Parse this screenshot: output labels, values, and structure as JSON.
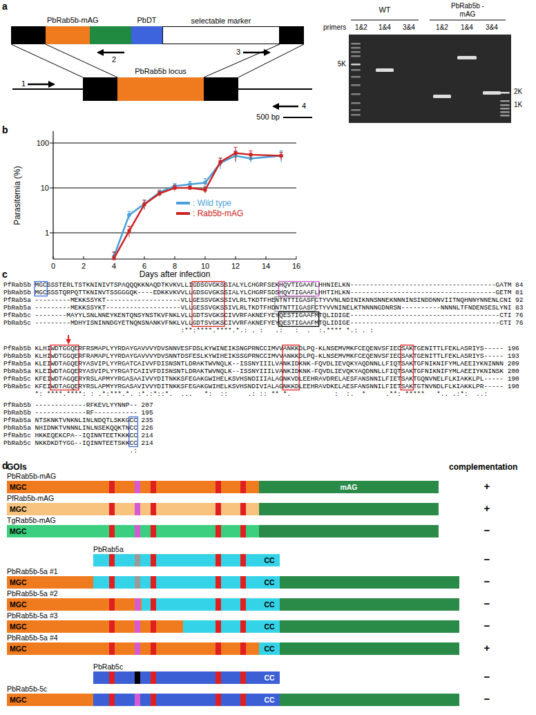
{
  "diagram": {
    "nodes": [
      {
        "text": [
          "PbRab5b-mAG"
        ]
      },
      {
        "text": [
          "PbDT"
        ]
      },
      {
        "text": [
          "selectable marker"
        ]
      },
      {
        "text": [
          "PbRab5b locus"
        ]
      },
      {
        "text": [
          "PbRab5b-mAG",
          "MGC",
          "mAG"
        ]
      },
      {
        "text": [
          "PfRab5b-mAG",
          "MGC"
        ]
      },
      {
        "text": [
          "TgRab5b-mAG",
          "MGC"
        ]
      },
      {
        "text": [
          "PbRab5a",
          "CC"
        ]
      },
      {
        "text": [
          "PbRab5b-5a #1",
          "MGC",
          "CC"
        ]
      },
      {
        "text": [
          "PbRab5b-5a #2",
          "MGC",
          "CC"
        ]
      },
      {
        "text": [
          "PbRab5b-5a #3",
          "MGC",
          "CC"
        ]
      },
      {
        "text": [
          "PbRab5b-5a #4",
          "MGC",
          "CC"
        ]
      },
      {
        "text": [
          "PbRab5c",
          "CC"
        ]
      },
      {
        "text": [
          "PbRab5b-5c",
          "MGC",
          "CC"
        ]
      }
    ],
    "labels": [
      "a",
      "2",
      "3",
      "1",
      "4",
      "500 bp",
      "WT",
      "PbRab5b -mAG",
      "primers",
      "1&2",
      "1&4",
      "3&4",
      "1&2",
      "1&4",
      "3&4",
      "5K",
      "2K",
      "1K",
      "b",
      "100",
      "10",
      "1",
      "0",
      "2",
      "4",
      "6",
      "8",
      "10",
      "12",
      "14",
      "16",
      "Parasitemia (%)",
      "Days after infection",
      "c",
      "PfRab5b MGCSSSTERLTSTKNINIVTSPAQQQKKNAQDTKVKVLLIGDSGVGKSSIALYLCHGRFSEKHQVTIGAAFLHHNIELKN-------------------------------------GATM 84",
      "PbRab5b MGCSSSTQRPQTTKNINVTSSGGGQK----EDKKVKVVLLGDSGVGKSSIALYLCHGRFSDSHQVTIGAAFLHHTIHLKN-------------------------------------GETM 81",
      "PfRab5a ---------MEKKSSYKT-------------------VLLGESSVGKSSIVLRLTKDTFHENTNTTIGASFCTYVVNLNDINIKNNSNNEKNNNINSINDDNNVIITNQHNNYNNENLCNI 92",
      "PbRab5a ---------MEKKSSYKT-------------------VLLGESSVGKSSIVLRLTKDTFHDNTNTTIGASFCTYVVNINELKTNNNNGDNRSN----------NNNNLTFNDENSESLYNI 83",
      "PfRab5c --------MAYYLSNLNNEYKENTQNSYNSTKVFNKLVLLGDTSVGKSCIVVRFAKNEFYEYQESTIGAAFMTQLIDIGE--------------------------------------CTI 76",
      "PbRab5c ---------MDHYISNINNDGYETNQNSNANKVFNKLVLLGDTSVGKSCIVVRFAKNEFYEYQESTIGAAFMTQLIDIGE--------------------------------------CTI 76",
      "                                             :**:****.****.*.: . :   .:   :  .  :.**** *.: . :",
      "PfRab5b KLHIWDTGGQERFRSMAPLYYRDAYGAVVVYDVSNNVESFDSLKYWINEIKSNGPRNCCIMVVANKKDLPQ-KLNSEMVMKFCEQENVSFIECSAKTGENITTLFEKLASRIYS----- 196",
      "PbRab5b KLHIWDTGGQERFRAMAPLYYRDAYGAVVVYDVSNNTDSFESLKYWIHEIKSSGPRNCCIMVVANKKDLPQ-KLNSEMVMKFCEQENVSFIECSAKTGENITTLFEKLASRIYS----- 193",
      "PfRab5a KLEIWDTAGQERYASVIPLYYRGATCAIVVFDISNSNTLDRAKTWVNQLK--ISSNYIIILVANKIDKNK-FQVDLIEVQKYAQDNNLLFIQTSAKTGFNIKNIFYMLAEEIYKNINNN 209",
      "PbRab5a KLEIWDTAGQERYASVIPLYYRGATCAIIVFDISNSNTLDRAKTWVNQLK--ISSNYIIILVANKIDKNK-FQVDLIEVQKYAQDNNLLFIQTSAKTGFNIKNIFYMLAEEIYKNINSK 200",
      "PfRab5c KFEIWDTAGQERYRSLAPMYYRGASAAIVVYDITNKKSFEGAKGWIHELKSVHSNDIIIALAGNKVDLEEHRAVDRELAESFANSNNILFIETSAKTGQNVNELFLKIAKKLPL----- 190",
      "PbRab5c KFEIWDTAGQERYRSLAPMYYRGASAVIVVYDITNKKSFEGAKGWIHELKSVHSNDIVIALAGNKKDLEEHRAVDKELAESFANSNNILFIETSAKTGTNVNDLFLKIAKKLPR----- 190",
      "        *: ****.****: : .*:***.*. :*.:*::*.  ...   *:  ::     .: :: ** *.           :  :.  *     .**: *****   *.. .:*:  ..:",
      "PfRab5b -------------RFKEVLYYNNP-- 207",
      "PbRab5b -------------RF----------- 195",
      "PfRab5a NTSKNKTVNKNLINLNDQTLSKKGCC 235",
      "PbRab5a NHIDNKTVNNNLINLNSEKQQKTNCC 226",
      "PfRab5c HKKEQEKCPA--IQINNTEETKKKCC 214",
      "PbRab5c NKKDKDTYGG--IQINNTEETSKKCC 214",
      "                                .:",
      "d",
      "GOIs",
      "complementation",
      "+",
      "+",
      "−",
      "−",
      "−",
      "−",
      "−",
      "+",
      "−",
      "−"
    ],
    "legend": [
      {
        "text": ": Wild type",
        "color": "#4a9fd8"
      },
      {
        "text": ": Rab5b-mAG",
        "color": "#cc2222"
      }
    ]
  }
}
